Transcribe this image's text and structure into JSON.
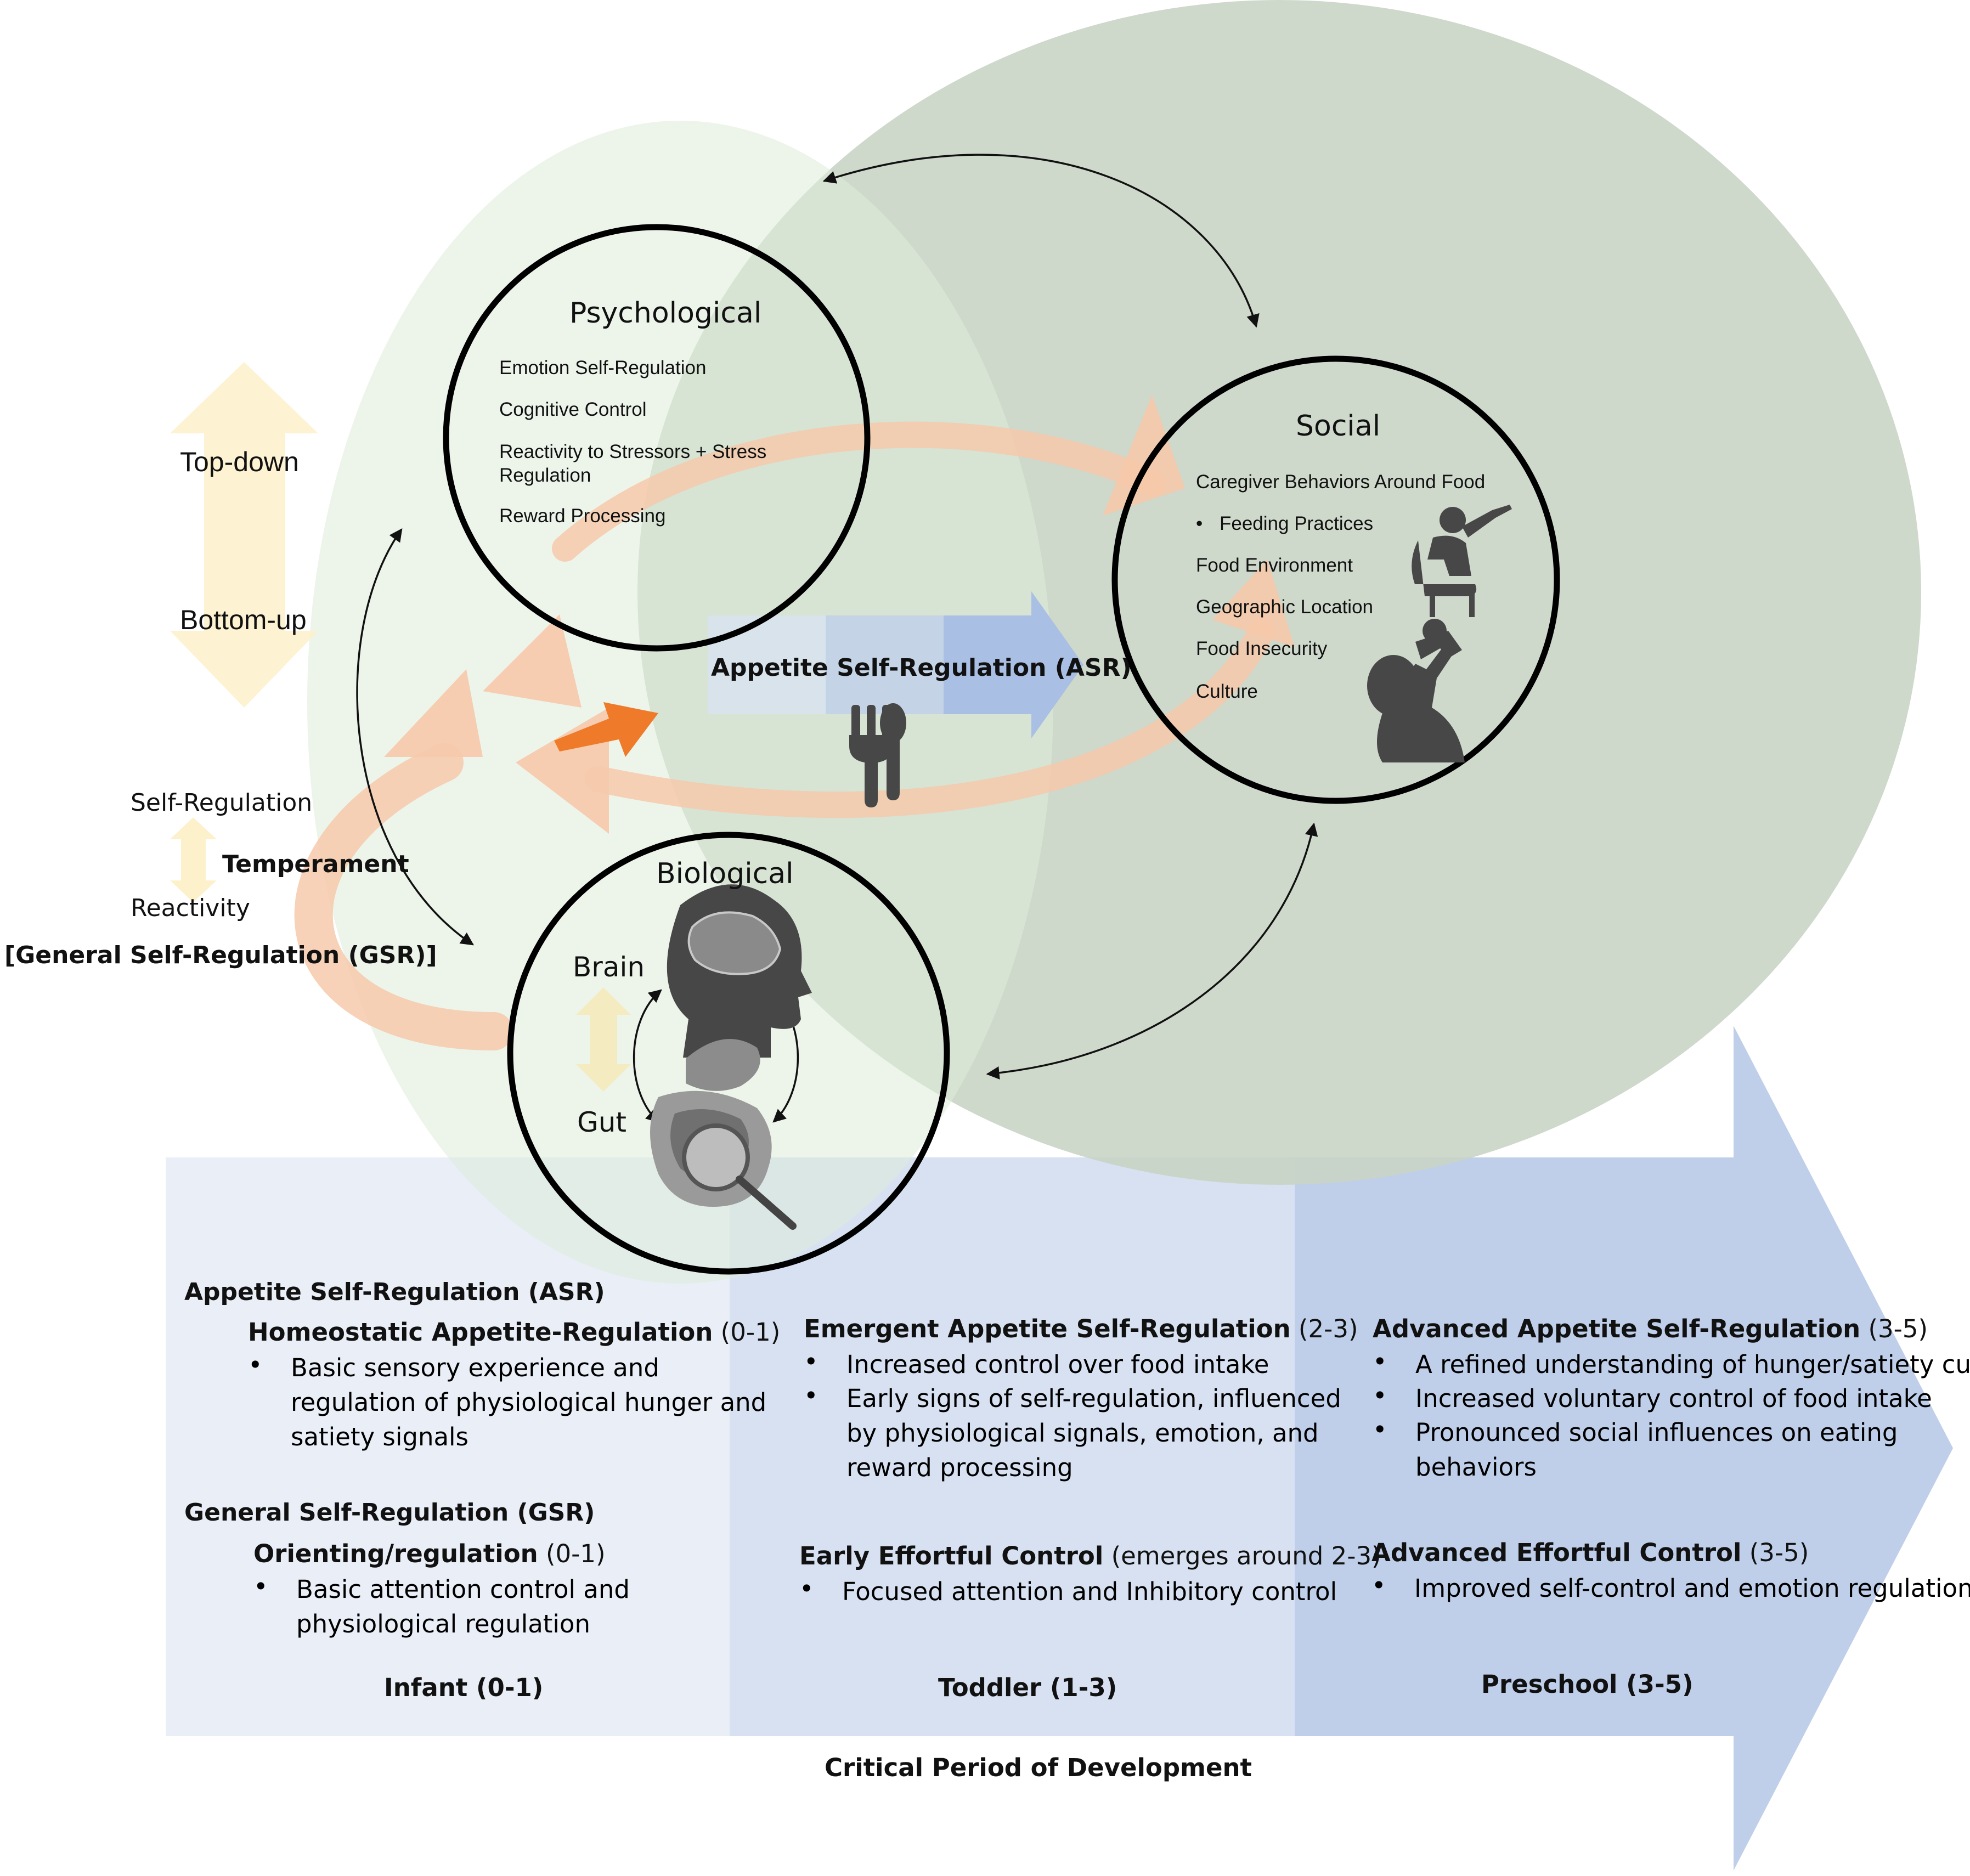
{
  "regulation": {
    "top_down": "Top-down",
    "bottom_up": "Bottom-up",
    "self_regulation": "Self-Regulation",
    "temperament": "Temperament",
    "reactivity": "Reactivity",
    "gsr": "[General Self-Regulation (GSR)]"
  },
  "psychological": {
    "title": "Psychological",
    "items": [
      "Emotion Self-Regulation",
      "Cognitive Control",
      "Reactivity to Stressors + Stress Regulation",
      "Reward Processing"
    ]
  },
  "social": {
    "title": "Social",
    "items": [
      "Caregiver Behaviors Around Food",
      "Feeding Practices",
      "Food Environment",
      "Geographic Location",
      "Food Insecurity",
      "Culture"
    ],
    "bullet_char": "•"
  },
  "biological": {
    "title": "Biological",
    "brain": "Brain",
    "gut": "Gut"
  },
  "center": {
    "asr": "Appetite Self-Regulation (ASR)"
  },
  "timeline": {
    "bullet_char": "•",
    "infant": {
      "asr_heading": "Appetite Self-Regulation (ASR)",
      "asr_stage": "Homeostatic Appetite-Regulation",
      "asr_age": "(0-1)",
      "asr_bullets": [
        "Basic sensory experience and regulation of physiological hunger and satiety signals"
      ],
      "gsr_heading": "General Self-Regulation (GSR)",
      "gsr_stage": "Orienting/regulation",
      "gsr_age": "(0-1)",
      "gsr_bullets": [
        "Basic attention control and physiological regulation"
      ],
      "label": "Infant (0-1)"
    },
    "toddler": {
      "asr_stage": "Emergent Appetite Self-Regulation",
      "asr_age": "(2-3)",
      "asr_bullets": [
        "Increased control over food intake",
        "Early signs of self-regulation, influenced by physiological signals, emotion, and reward processing"
      ],
      "gsr_stage": "Early Effortful Control",
      "gsr_age": "(emerges around 2-3)",
      "gsr_bullets": [
        "Focused attention and Inhibitory control"
      ],
      "label": "Toddler (1-3)"
    },
    "preschool": {
      "asr_stage": "Advanced Appetite Self-Regulation",
      "asr_age": "(3-5)",
      "asr_bullets": [
        "A refined understanding of hunger/satiety cues",
        "Increased voluntary control of food intake",
        "Pronounced social influences on eating behaviors"
      ],
      "gsr_stage": "Advanced Effortful Control",
      "gsr_age": "(3-5)",
      "gsr_bullets": [
        "Improved self-control and emotion regulation"
      ],
      "label": "Preschool (3-5)"
    },
    "footer": "Critical Period of Development"
  },
  "colors": {
    "big_green": "#c9d4c5",
    "light_green": "#e3efdf",
    "timeline_1": "#e9eef7",
    "timeline_2": "#d8e1f1",
    "timeline_3": "#bfcfea",
    "orange_loop": "#f6cfb5",
    "orange_arrow": "#ee7a2a",
    "yellow": "#fdf2d2",
    "asr_bar": "#b4c6e4",
    "icon_gray": "#474747"
  }
}
